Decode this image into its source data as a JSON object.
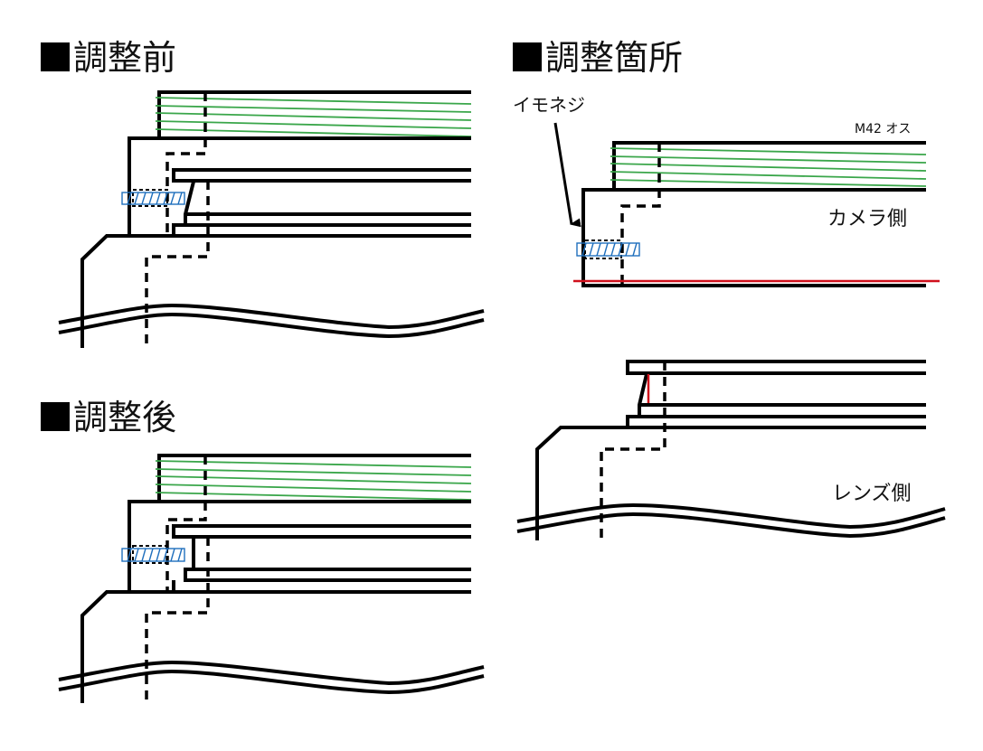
{
  "panels": {
    "before": {
      "title": "調整前"
    },
    "after": {
      "title": "調整後"
    },
    "location": {
      "title": "調整箇所",
      "screw_label": "イモネジ",
      "mount_label": "M42 オス",
      "camera_side_label": "カメラ側",
      "lens_side_label": "レンズ側"
    }
  },
  "colors": {
    "thread": "#3aa64a",
    "set_screw": "#1f6fbd",
    "adjustment_mark": "#d0101c",
    "outline": "#000000"
  }
}
